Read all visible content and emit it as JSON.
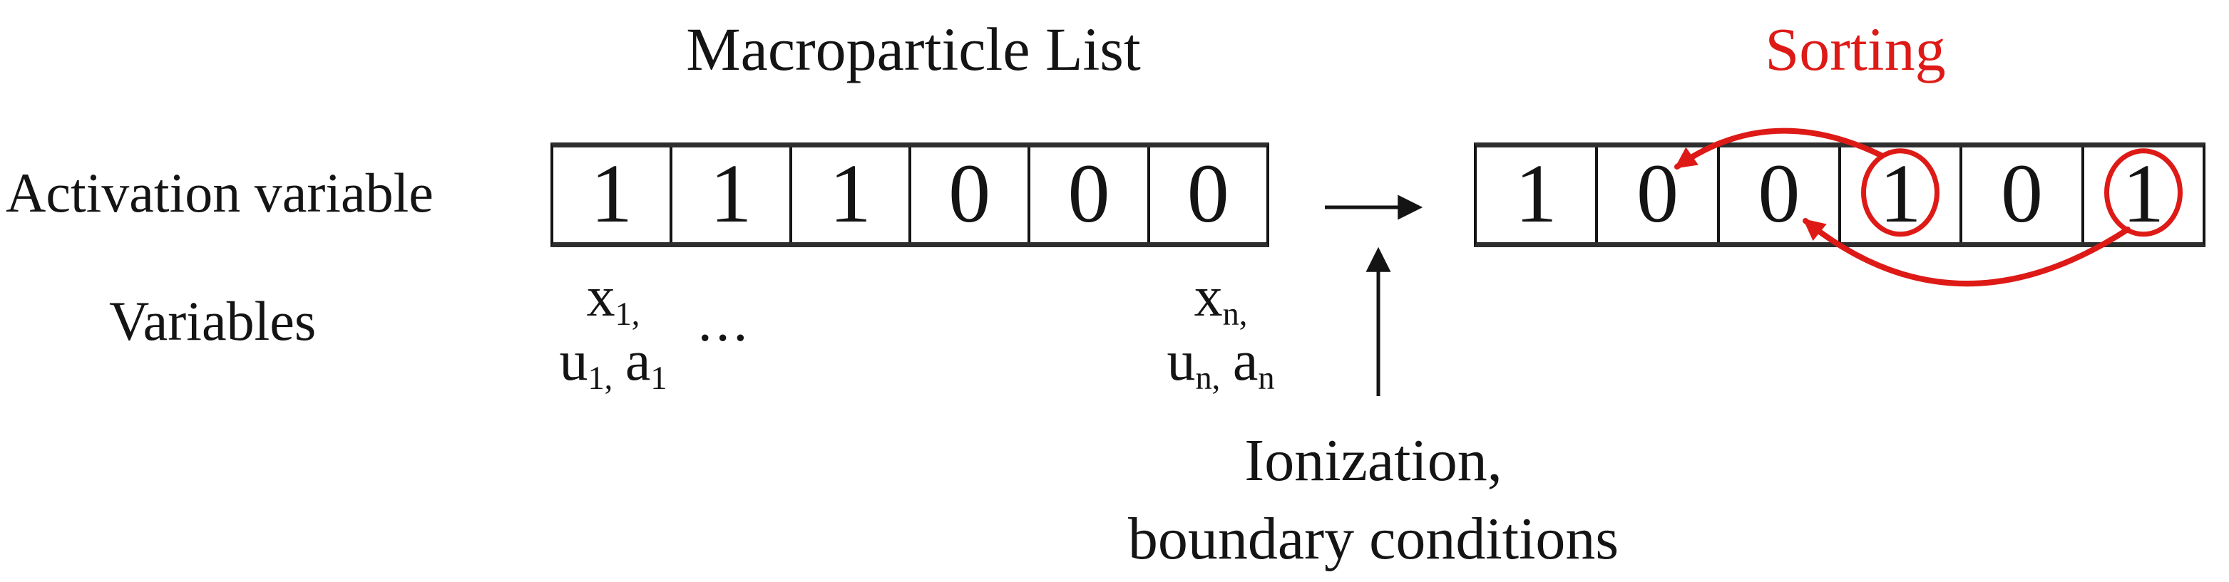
{
  "colors": {
    "accent_red": "#de1a17",
    "text_ink": "#141414",
    "frame_gray": "#2e2e2e"
  },
  "title": "Macroparticle List",
  "sorting_label": "Sorting",
  "labels": {
    "activation": "Activation variable",
    "variables": "Variables",
    "ellipsis": "...",
    "ionization_line1": "Ionization,",
    "ionization_line2": "boundary conditions"
  },
  "left_array": {
    "values": [
      "1",
      "1",
      "1",
      "0",
      "0",
      "0"
    ],
    "circled_indices": []
  },
  "right_array": {
    "values": [
      "1",
      "0",
      "0",
      "1",
      "0",
      "1"
    ],
    "circled_indices": [
      3,
      5
    ]
  },
  "particle_vars": {
    "first": {
      "x": "x",
      "x_sub": "1,",
      "u": "u",
      "u_sub": "1,",
      "a": "a",
      "a_sub": "1"
    },
    "nth": {
      "x": "x",
      "x_sub": "n,",
      "u": "u",
      "u_sub": "n,",
      "a": "a",
      "a_sub": "n"
    }
  }
}
